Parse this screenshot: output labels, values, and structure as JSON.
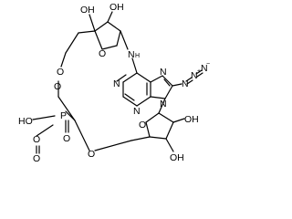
{
  "molecule": {
    "atoms": {
      "oh_sugar_top_left": "OH",
      "oh_sugar_top_right": "OH",
      "o_ring_top": "O",
      "nh_linker": "N",
      "nh_linker_h": "H",
      "n_purine_7": "N",
      "n_purine_1": "N",
      "n_purine_3": "N",
      "n_purine_9": "N",
      "azide_n1": "N",
      "azide_n2": "N",
      "azide_n3": "N",
      "azide_plus": "+",
      "azide_minus": "−",
      "o_left_top": "O",
      "o_left_bottom": "O",
      "phosphorus": "P",
      "o_phosphoryl": "O",
      "ho_phosphate": "HO",
      "o_phosphate_bottom": "O",
      "o_phosphate_bottom_dbl": "O",
      "o_bridge_bottom": "O",
      "o_ring_bottom": "O",
      "oh_sugar_bottom_right": "OH",
      "oh_sugar_bottom_far": "OH"
    }
  }
}
